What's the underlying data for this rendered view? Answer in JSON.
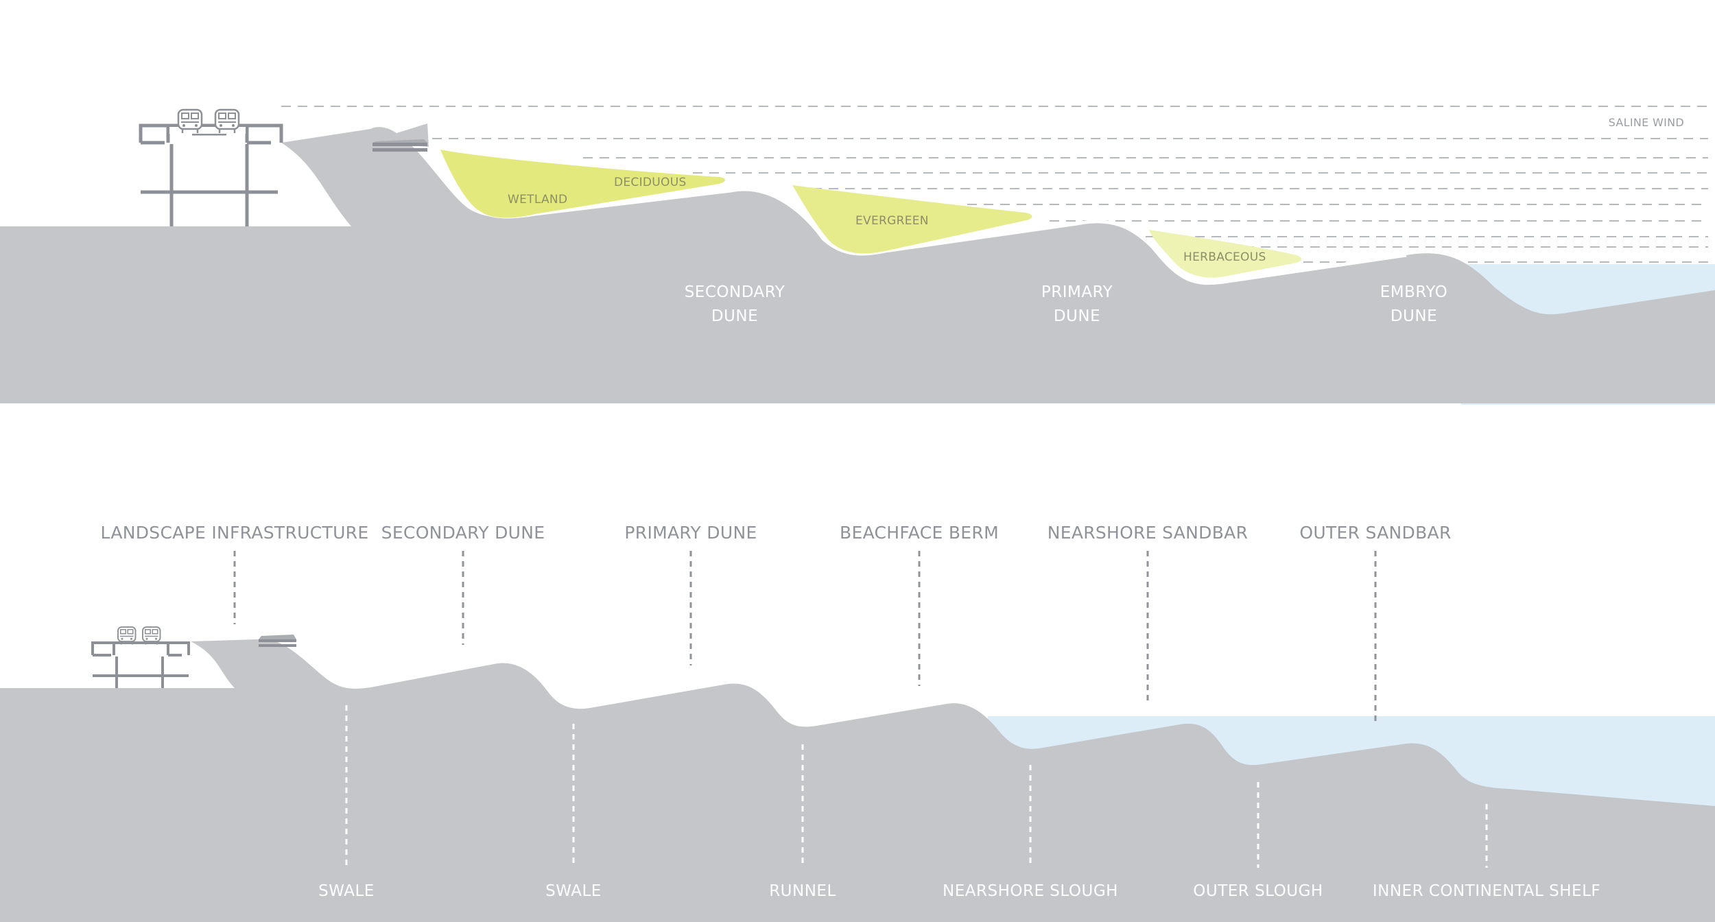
{
  "colors": {
    "ground": "#c4c6c9",
    "water": "#dcedf8",
    "vegetation_strong": "#e3e97c",
    "vegetation_light": "#eef3b4",
    "structure": "#8d9096",
    "callout_line": "#909399",
    "white_line": "#ffffff",
    "wind_line": "#b5b8bd"
  },
  "icons": [
    "train-car-icon",
    "barrier-wall-icon"
  ],
  "top_section": {
    "wind_label": "SALINE WIND",
    "vegetation": {
      "wetland": "WETLAND",
      "deciduous": "DECIDUOUS",
      "evergreen": "EVERGREEN",
      "herbaceous": "HERBACEOUS"
    },
    "dunes": {
      "secondary_line1": "SECONDARY",
      "secondary_line2": "DUNE",
      "primary_line1": "PRIMARY",
      "primary_line2": "DUNE",
      "embryo_line1": "EMBRYO",
      "embryo_line2": "DUNE"
    }
  },
  "bottom_section": {
    "top_labels": {
      "landscape": "LANDSCAPE INFRASTRUCTURE",
      "secondary": "SECONDARY DUNE",
      "primary": "PRIMARY DUNE",
      "berm": "BEACHFACE BERM",
      "nearshore_sandbar": "NEARSHORE SANDBAR",
      "outer_sandbar": "OUTER SANDBAR"
    },
    "bottom_labels": {
      "swale1": "SWALE",
      "swale2": "SWALE",
      "runnel": "RUNNEL",
      "nearshore_slough": "NEARSHORE SLOUGH",
      "outer_slough": "OUTER SLOUGH",
      "inner_shelf": "INNER CONTINENTAL SHELF"
    }
  }
}
